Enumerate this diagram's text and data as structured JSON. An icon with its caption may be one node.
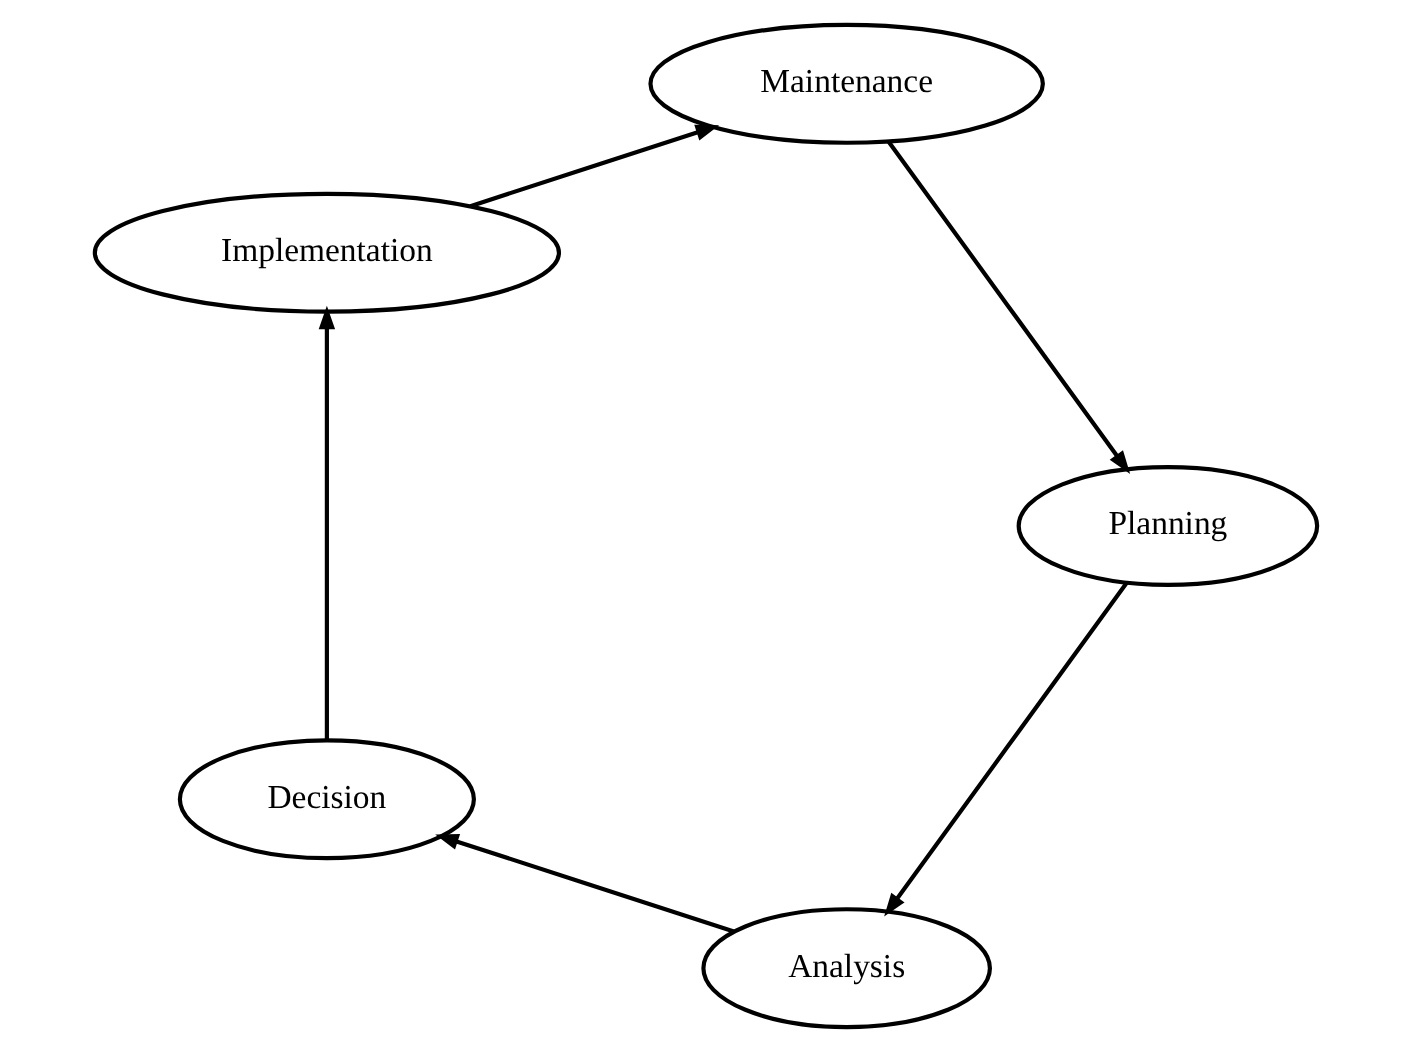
{
  "diagram": {
    "nodes": [
      {
        "text": [
          "Analysis"
        ]
      },
      {
        "text": [
          "Decision"
        ]
      },
      {
        "text": [
          "Implementation"
        ]
      },
      {
        "text": [
          "Maintenance"
        ]
      },
      {
        "text": [
          "Planning"
        ]
      }
    ],
    "edges": [
      {
        "from": 0,
        "to": 1,
        "arrow": "to"
      },
      {
        "from": 1,
        "to": 2,
        "arrow": "to"
      },
      {
        "from": 2,
        "to": 3,
        "arrow": "to"
      },
      {
        "from": 3,
        "to": 4,
        "arrow": "to"
      },
      {
        "from": 4,
        "to": 0,
        "arrow": "to"
      }
    ]
  }
}
